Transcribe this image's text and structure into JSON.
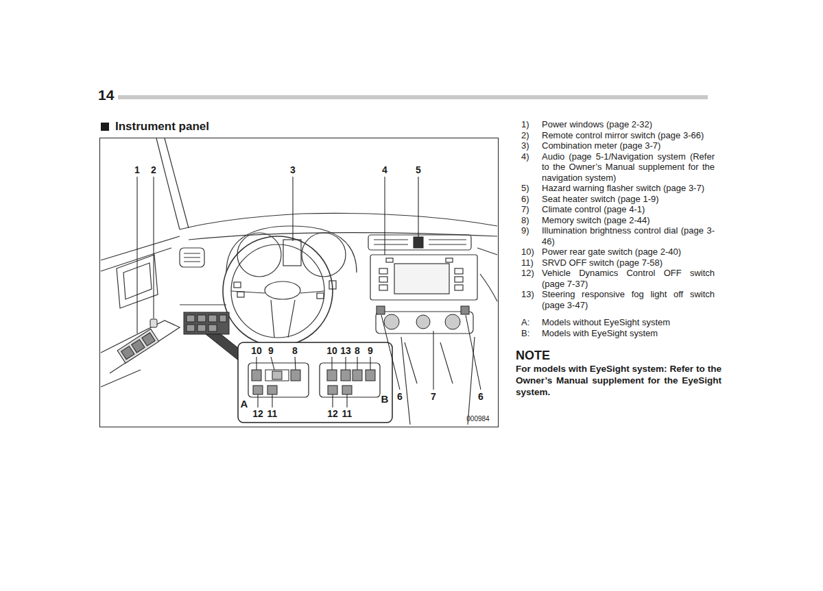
{
  "diagram": {
    "title": "Instrument panel",
    "labels": [
      "14",
      "1",
      "2",
      "3",
      "4",
      "5",
      "10",
      "9",
      "8",
      "10",
      "13",
      "8",
      "9",
      "6",
      "7",
      "6",
      "A",
      "12",
      "11",
      "12",
      "11",
      "B",
      "000984",
      "1)",
      "Power windows (page 2-32)",
      "2)",
      "Remote control mirror switch (page 3-66)",
      "3)",
      "Combination meter (page 3-7)",
      "4)",
      "Audio (page 5-1/Navigation system (Refer to the Owner’s Manual supplement for the navigation system)",
      "5)",
      "Hazard warning flasher switch (page 3-7)",
      "6)",
      "Seat heater switch (page 1-9)",
      "7)",
      "Climate control (page 4-1)",
      "8)",
      "Memory switch (page 2-44)",
      "9)",
      "Illumination brightness control dial (page 3-46)",
      "10)",
      "Power rear gate switch (page 2-40)",
      "11)",
      "SRVD OFF switch (page 7-58)",
      "12)",
      "Vehicle Dynamics Control OFF switch (page 7-37)",
      "13)",
      "Steering responsive fog light off switch (page 3-47)",
      "A:",
      "Models without EyeSight system",
      "B:",
      "Models with EyeSight system",
      "NOTE",
      "For models with EyeSight system: Refer to the Owner’s Manual supplement for the EyeSight system."
    ]
  }
}
